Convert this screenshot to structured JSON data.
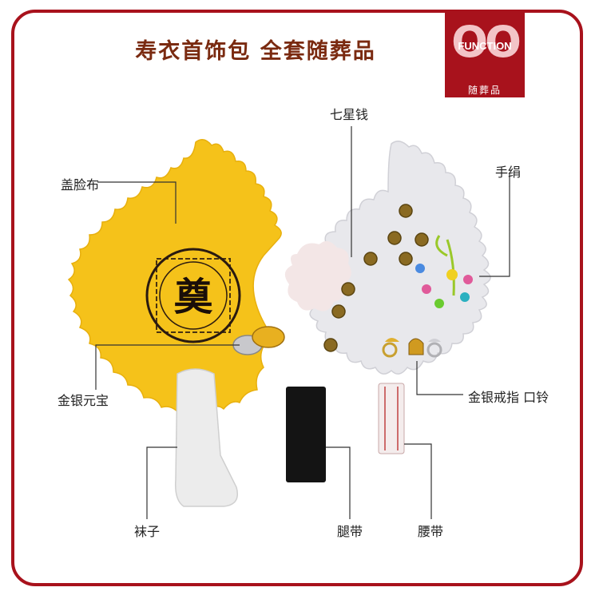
{
  "title": "寿衣首饰包 全套随葬品",
  "badge": {
    "mark": "OO",
    "function": "FUNCTION",
    "subtitle": "随葬品"
  },
  "labels": {
    "face_cloth": "盖脸布",
    "seven_star_coins": "七星钱",
    "handkerchief": "手绢",
    "ingots": "金银元宝",
    "rings_bell": "金银戒指 口铃",
    "socks": "袜子",
    "leg_band": "腿带",
    "waist_band": "腰带"
  },
  "embroidery_char": "奠",
  "colors": {
    "frame": "#a8121c",
    "title": "#7a2a10",
    "yellow_cloth": "#f5c21a",
    "white_cloth": "#e8e8ec"
  }
}
